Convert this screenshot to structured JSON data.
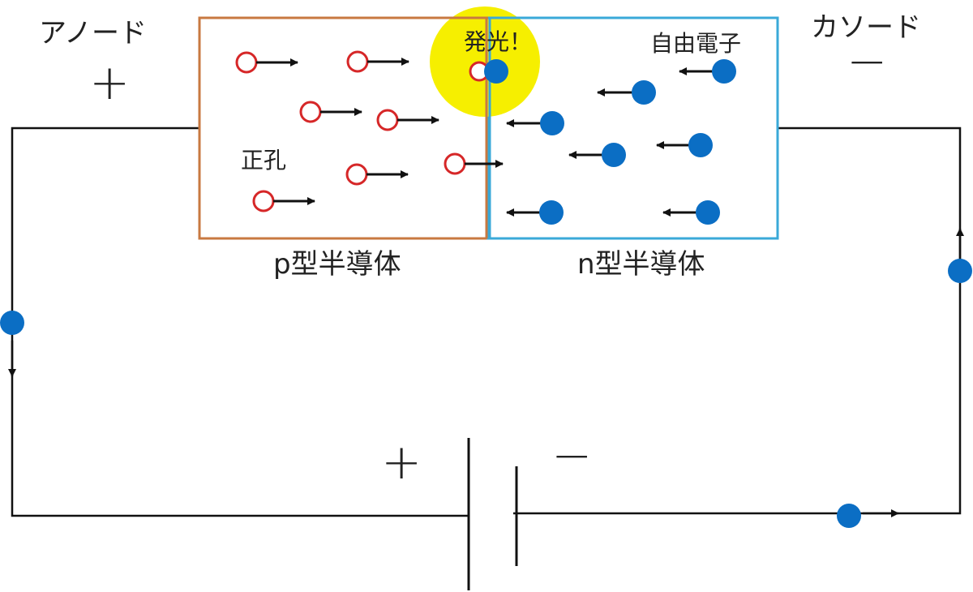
{
  "labels": {
    "anode": "アノード",
    "anode_sign": "+",
    "cathode": "カソード",
    "cathode_sign": "−",
    "p_type": "p型半導体",
    "n_type": "n型半導体",
    "hole": "正孔",
    "free_electron": "自由電子",
    "emission": "発光！",
    "battery_plus": "+",
    "battery_minus": "−"
  },
  "colors": {
    "p_region_border": "#c87941",
    "n_region_border": "#3aa9d8",
    "hole": "#d62728",
    "electron": "#0b6ec4",
    "glow": "#f6ef00",
    "wire": "#111111"
  },
  "icons": {
    "hole": "open-circle",
    "electron": "filled-circle",
    "flow_arrow": "arrow"
  }
}
